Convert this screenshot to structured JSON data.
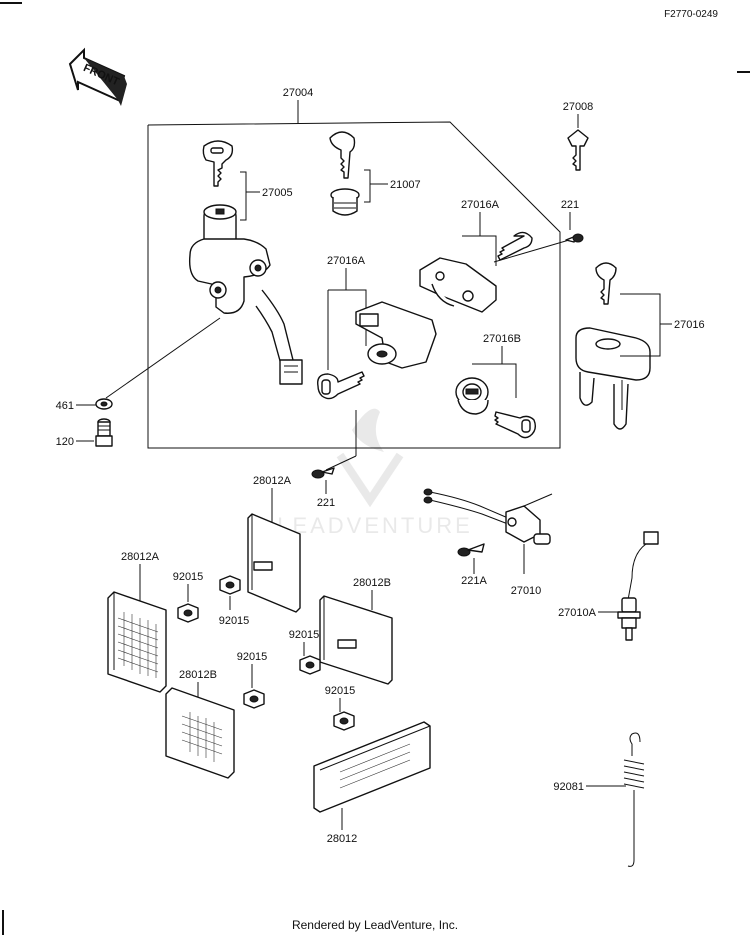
{
  "diagram_code": "F2770-0249",
  "front_badge": "FRONT",
  "watermark": "LEADVENTURE",
  "footer": "Rendered by LeadVenture, Inc.",
  "labels": {
    "p27004": "27004",
    "p27005": "27005",
    "p21007": "21007",
    "p27008": "27008",
    "p27016A_top": "27016A",
    "p27016A_mid": "27016A",
    "p221_top": "221",
    "p221_bottom": "221",
    "p27016": "27016",
    "p27016B": "27016B",
    "p461": "461",
    "p120": "120",
    "p28012A_top": "28012A",
    "p28012A_left": "28012A",
    "p92015_a": "92015",
    "p92015_b": "92015",
    "p92015_c": "92015",
    "p92015_d": "92015",
    "p92015_e": "92015",
    "p28012B_right": "28012B",
    "p28012B_left": "28012B",
    "p28012": "28012",
    "p221A": "221A",
    "p27010": "27010",
    "p27010A": "27010A",
    "p92081": "92081"
  }
}
